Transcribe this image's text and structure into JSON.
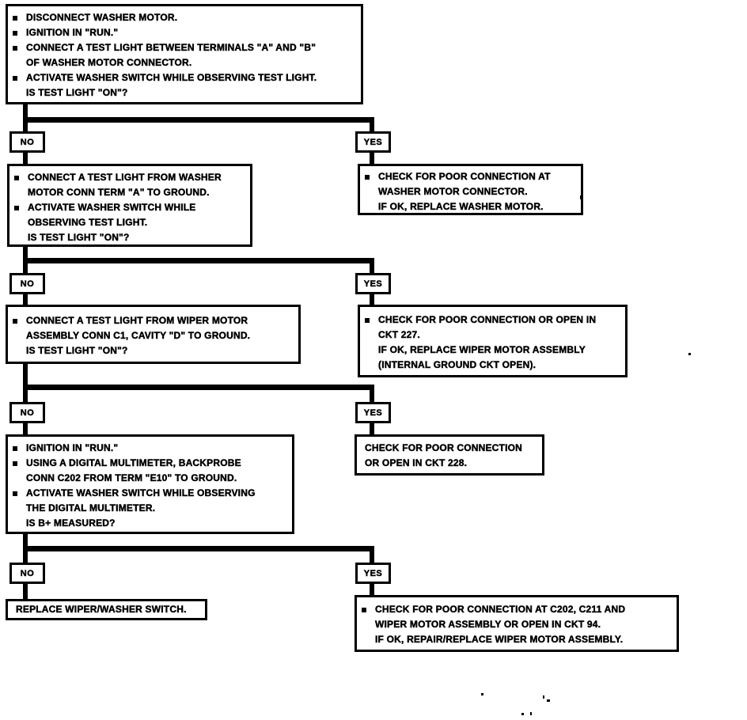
{
  "branch_labels": {
    "no": "NO",
    "yes": "YES"
  },
  "nodes": {
    "q1": {
      "lines": [
        "DISCONNECT WASHER MOTOR.",
        "IGNITION IN \"RUN.\"",
        "CONNECT A TEST LIGHT BETWEEN TERMINALS \"A\" AND \"B\"",
        "OF WASHER MOTOR CONNECTOR.",
        "ACTIVATE WASHER SWITCH WHILE OBSERVING TEST LIGHT.",
        "IS TEST LIGHT \"ON\"?"
      ]
    },
    "q2": {
      "lines": [
        "CONNECT A TEST LIGHT FROM WASHER",
        "MOTOR CONN TERM \"A\" TO GROUND.",
        "ACTIVATE WASHER SWITCH WHILE",
        "OBSERVING TEST LIGHT.",
        "IS TEST LIGHT \"ON\"?"
      ]
    },
    "a1": {
      "lines": [
        "CHECK FOR POOR CONNECTION AT",
        "WASHER MOTOR CONNECTOR.",
        "IF OK, REPLACE WASHER MOTOR."
      ]
    },
    "q3": {
      "lines": [
        "CONNECT A TEST LIGHT FROM WIPER MOTOR",
        "ASSEMBLY CONN C1, CAVITY \"D\" TO GROUND.",
        "IS TEST LIGHT \"ON\"?"
      ]
    },
    "a2": {
      "lines": [
        "CHECK FOR POOR CONNECTION OR OPEN IN",
        "CKT 227.",
        "IF OK, REPLACE WIPER MOTOR ASSEMBLY",
        "(INTERNAL GROUND CKT OPEN)."
      ]
    },
    "q4": {
      "lines": [
        "IGNITION IN \"RUN.\"",
        "USING A DIGITAL MULTIMETER, BACKPROBE",
        "CONN C202 FROM TERM \"E10\" TO GROUND.",
        "ACTIVATE WASHER SWITCH WHILE OBSERVING",
        "THE DIGITAL MULTIMETER.",
        "IS B+ MEASURED?"
      ]
    },
    "a3": {
      "lines": [
        "CHECK FOR POOR CONNECTION",
        "OR OPEN IN CKT 228."
      ]
    },
    "t1": {
      "lines": [
        "REPLACE WIPER/WASHER SWITCH."
      ]
    },
    "a4": {
      "lines": [
        "CHECK FOR POOR CONNECTION AT C202, C211 AND",
        "WIPER MOTOR ASSEMBLY OR OPEN IN CKT 94.",
        "IF OK, REPAIR/REPLACE WIPER MOTOR ASSEMBLY."
      ]
    }
  },
  "colors": {
    "ink": "#000000",
    "paper": "#ffffff"
  }
}
